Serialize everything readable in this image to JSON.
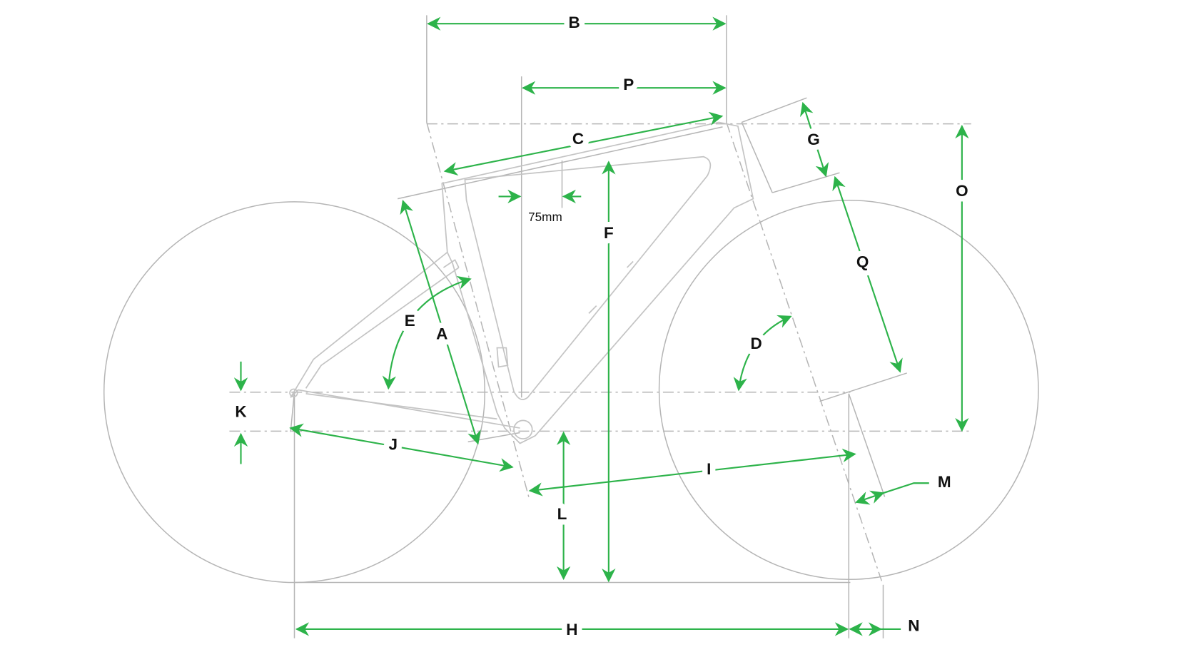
{
  "title": "Bike frame geometry diagram",
  "accent_color": "#2db34a",
  "line_color": "#b5b5b5",
  "labels": {
    "A": "A",
    "B": "B",
    "C": "C",
    "D": "D",
    "E": "E",
    "F": "F",
    "G": "G",
    "H": "H",
    "I": "I",
    "J": "J",
    "K": "K",
    "L": "L",
    "M": "M",
    "N": "N",
    "O": "O",
    "P": "P",
    "Q": "Q"
  },
  "annotation_75mm": "75mm"
}
